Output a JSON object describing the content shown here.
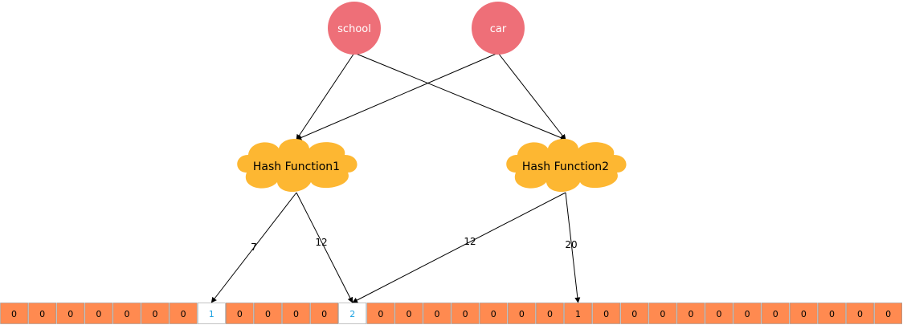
{
  "colors": {
    "input_node": "#EE6F78",
    "hash_node": "#FDB732",
    "cell_default": "#FF8A50",
    "cell_set": "#FFFFFF",
    "cell_border": "#999999",
    "cell_text": "#000000",
    "cell_text_set": "#1BA1E2",
    "edge": "#000000"
  },
  "inputs": [
    {
      "id": "school",
      "label": "school"
    },
    {
      "id": "car",
      "label": "car"
    }
  ],
  "hash_functions": [
    {
      "id": "h1",
      "label": "Hash Function1"
    },
    {
      "id": "h2",
      "label": "Hash Function2"
    }
  ],
  "input_edges": [
    {
      "from": "school",
      "to": "h1"
    },
    {
      "from": "school",
      "to": "h2"
    },
    {
      "from": "car",
      "to": "h1"
    },
    {
      "from": "car",
      "to": "h2"
    }
  ],
  "output_edges": [
    {
      "from": "h1",
      "cell": 7,
      "label": "7"
    },
    {
      "from": "h1",
      "cell": 12,
      "label": "12"
    },
    {
      "from": "h2",
      "cell": 12,
      "label": "12"
    },
    {
      "from": "h2",
      "cell": 20,
      "label": "20"
    }
  ],
  "bit_array": {
    "cells": [
      "0",
      "0",
      "0",
      "0",
      "0",
      "0",
      "0",
      "1",
      "0",
      "0",
      "0",
      "0",
      "2",
      "0",
      "0",
      "0",
      "0",
      "0",
      "0",
      "0",
      "1",
      "0",
      "0",
      "0",
      "0",
      "0",
      "0",
      "0",
      "0",
      "0",
      "0",
      "0"
    ],
    "highlight": [
      7,
      12
    ]
  }
}
